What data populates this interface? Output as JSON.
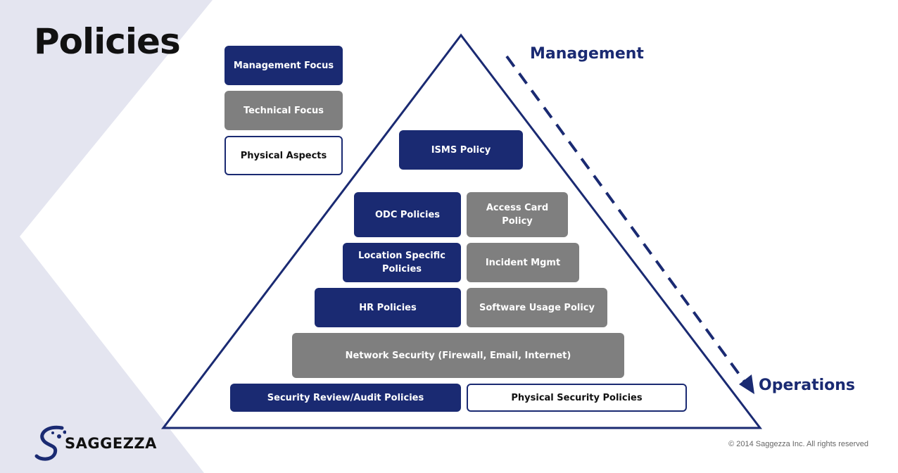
{
  "title": "Policies",
  "legend": {
    "management_focus": "Management Focus",
    "technical_focus": "Technical Focus",
    "physical_aspects": "Physical Aspects"
  },
  "pyramid": {
    "isms": "ISMS Policy",
    "odc": "ODC Policies",
    "access_card": "Access Card Policy",
    "location_specific": "Location Specific Policies",
    "incident_mgmt": "Incident Mgmt",
    "hr": "HR Policies",
    "software_usage": "Software Usage Policy",
    "network_security": "Network Security (Firewall, Email, Internet)",
    "security_review": "Security Review/Audit Policies",
    "physical_security": "Physical Security Policies"
  },
  "axis": {
    "top_label": "Management",
    "bottom_label": "Operations"
  },
  "brand": {
    "logo_text": "SAGGEZZA",
    "copyright": "© 2014 Saggezza Inc. All rights reserved"
  },
  "colors": {
    "navy": "#1a2a72",
    "gray": "#7f7f7f",
    "band": "#e4e5f0"
  }
}
